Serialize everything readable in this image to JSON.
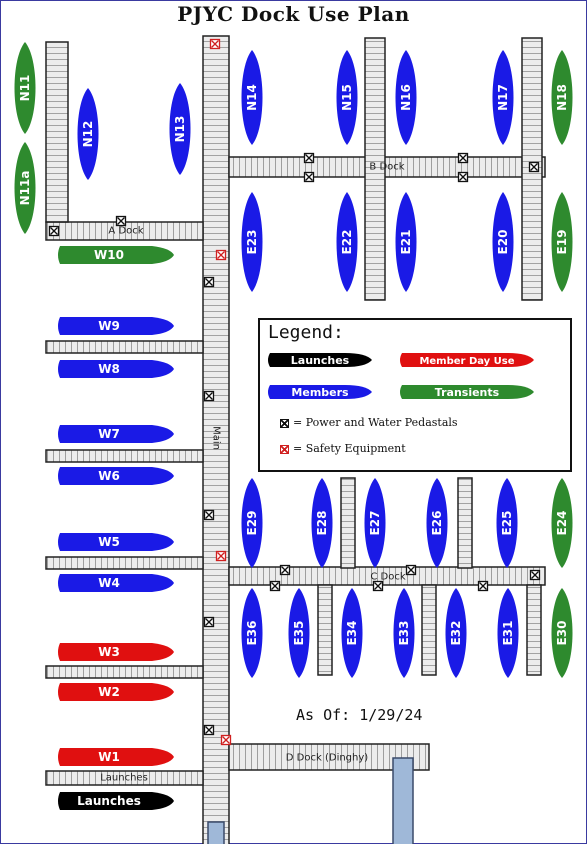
{
  "title": "PJYC Dock Use Plan",
  "as_of": "As Of:  1/29/24",
  "colors": {
    "members": "#1a1ae6",
    "transients": "#2e8a2e",
    "member_day_use": "#e01010",
    "launches": "#000000",
    "dock_fill": "#ececec",
    "dock_stroke": "#222222",
    "water_piling": "#9fb8d8"
  },
  "docks": {
    "main": "Main",
    "a": "A Dock",
    "b": "B Dock",
    "c": "C Dock",
    "d": "D Dock (Dinghy)",
    "launches_dock": "Launches"
  },
  "legend": {
    "title": "Legend:",
    "launches": "Launches",
    "member_day_use": "Member Day Use",
    "members": "Members",
    "transients": "Transients",
    "power_note": "= Power and Water Pedastals",
    "safety_note": "= Safety Equipment"
  },
  "slips": [
    {
      "id": "N11",
      "use": "transients"
    },
    {
      "id": "N11a",
      "use": "transients"
    },
    {
      "id": "N12",
      "use": "members"
    },
    {
      "id": "N13",
      "use": "members"
    },
    {
      "id": "N14",
      "use": "members"
    },
    {
      "id": "N15",
      "use": "members"
    },
    {
      "id": "N16",
      "use": "members"
    },
    {
      "id": "N17",
      "use": "members"
    },
    {
      "id": "N18",
      "use": "transients"
    },
    {
      "id": "E23",
      "use": "members"
    },
    {
      "id": "E22",
      "use": "members"
    },
    {
      "id": "E21",
      "use": "members"
    },
    {
      "id": "E20",
      "use": "members"
    },
    {
      "id": "E19",
      "use": "transients"
    },
    {
      "id": "W10",
      "use": "transients"
    },
    {
      "id": "W9",
      "use": "members"
    },
    {
      "id": "W8",
      "use": "members"
    },
    {
      "id": "W7",
      "use": "members"
    },
    {
      "id": "W6",
      "use": "members"
    },
    {
      "id": "W5",
      "use": "members"
    },
    {
      "id": "W4",
      "use": "members"
    },
    {
      "id": "W3",
      "use": "member_day_use"
    },
    {
      "id": "W2",
      "use": "member_day_use"
    },
    {
      "id": "W1",
      "use": "member_day_use"
    },
    {
      "id": "Launches",
      "use": "launches"
    },
    {
      "id": "E29",
      "use": "members"
    },
    {
      "id": "E28",
      "use": "members"
    },
    {
      "id": "E27",
      "use": "members"
    },
    {
      "id": "E26",
      "use": "members"
    },
    {
      "id": "E25",
      "use": "members"
    },
    {
      "id": "E24",
      "use": "transients"
    },
    {
      "id": "E36",
      "use": "members"
    },
    {
      "id": "E35",
      "use": "members"
    },
    {
      "id": "E34",
      "use": "members"
    },
    {
      "id": "E33",
      "use": "members"
    },
    {
      "id": "E32",
      "use": "members"
    },
    {
      "id": "E31",
      "use": "members"
    },
    {
      "id": "E30",
      "use": "transients"
    }
  ]
}
